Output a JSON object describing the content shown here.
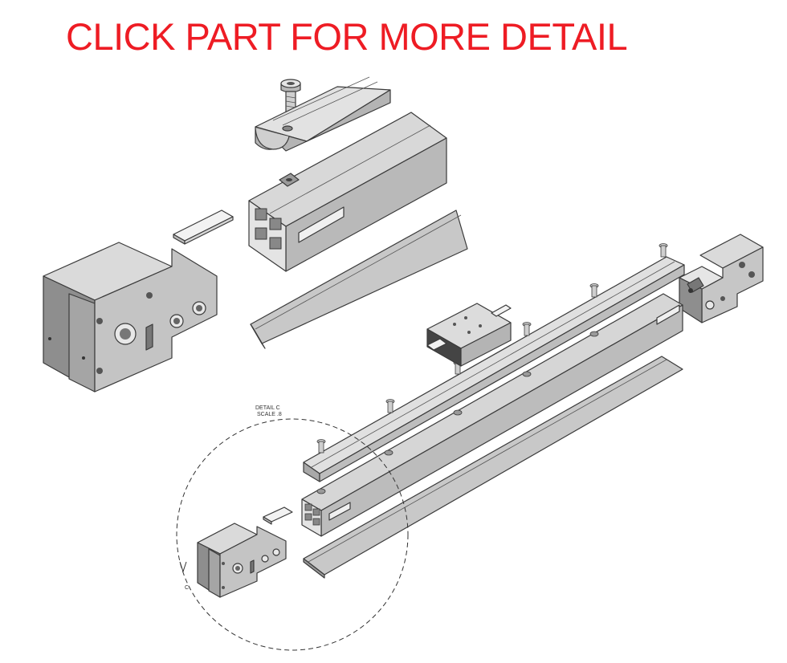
{
  "headline": {
    "text": "CLICK PART FOR MORE DETAIL",
    "color": "#ee1c24"
  },
  "detail": {
    "title": "DETAIL C",
    "scale": "SCALE .8",
    "marker": "C"
  },
  "colors": {
    "face_light": "#dcdcdc",
    "face_mid": "#bdbdbd",
    "face_dark": "#8e8e8e",
    "outline": "#3a3a3a",
    "pad": "#f2f2f2"
  },
  "parts": [
    {
      "name": "t-slot-nut-rail",
      "icon": "t-nut-rail"
    },
    {
      "name": "cap-screw",
      "icon": "screw"
    },
    {
      "name": "aluminum-profile-beam",
      "icon": "extrusion"
    },
    {
      "name": "cover-strip",
      "icon": "strip"
    },
    {
      "name": "rubber-pad",
      "icon": "pad"
    },
    {
      "name": "end-block",
      "icon": "end-block"
    },
    {
      "name": "linear-rail",
      "icon": "rail"
    },
    {
      "name": "carriage-block",
      "icon": "carriage"
    },
    {
      "name": "drive-end-block",
      "icon": "end-block-drive"
    },
    {
      "name": "long-profile-beam",
      "icon": "extrusion"
    },
    {
      "name": "long-cover-strip",
      "icon": "strip"
    },
    {
      "name": "detail-end-block",
      "icon": "end-block"
    },
    {
      "name": "detail-pad",
      "icon": "pad"
    }
  ]
}
